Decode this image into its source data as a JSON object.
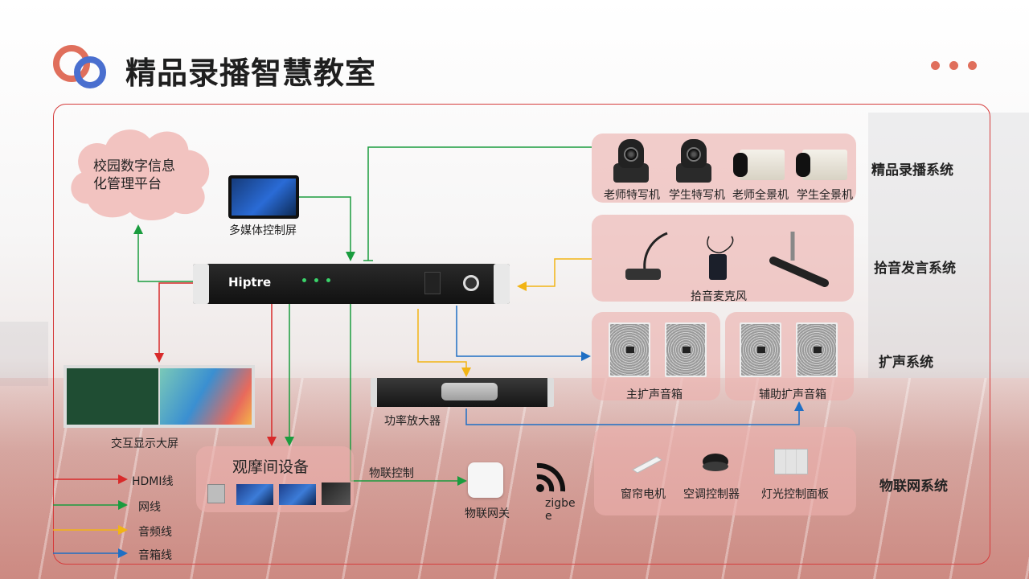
{
  "header": {
    "title": "精品录播智慧教室"
  },
  "cloud": {
    "text_line1": "校园数字信息",
    "text_line2": "化管理平台"
  },
  "devices": {
    "control_screen": "多媒体控制屏",
    "host_brand": "Hiptre",
    "amplifier": "功率放大器",
    "big_screen": "交互显示大屏",
    "iot_gateway": "物联网关",
    "zigbee_line1": "zigbe",
    "zigbee_line2": "e"
  },
  "observation": {
    "title": "观摩间设备"
  },
  "iot_control_label": "物联控制",
  "systems": {
    "recording": {
      "label": "精品录播系统",
      "items": [
        "老师特写机",
        "学生特写机",
        "老师全景机",
        "学生全景机"
      ]
    },
    "pickup": {
      "label": "拾音发言系统",
      "item": "拾音麦克风"
    },
    "speaker": {
      "label": "扩声系统",
      "main": "主扩声音箱",
      "aux": "辅助扩声音箱"
    },
    "iot": {
      "label": "物联网系统",
      "items": [
        "窗帘电机",
        "空调控制器",
        "灯光控制面板"
      ]
    }
  },
  "legend": [
    {
      "label": "HDMI线",
      "color": "#d82a2a"
    },
    {
      "label": "网线",
      "color": "#1a9c3e"
    },
    {
      "label": "音频线",
      "color": "#f2b414"
    },
    {
      "label": "音箱线",
      "color": "#1f6fc4"
    }
  ],
  "colors": {
    "accent_red": "#e06f5c",
    "accent_blue": "#4a6fcf",
    "frame": "#d53c3c"
  }
}
